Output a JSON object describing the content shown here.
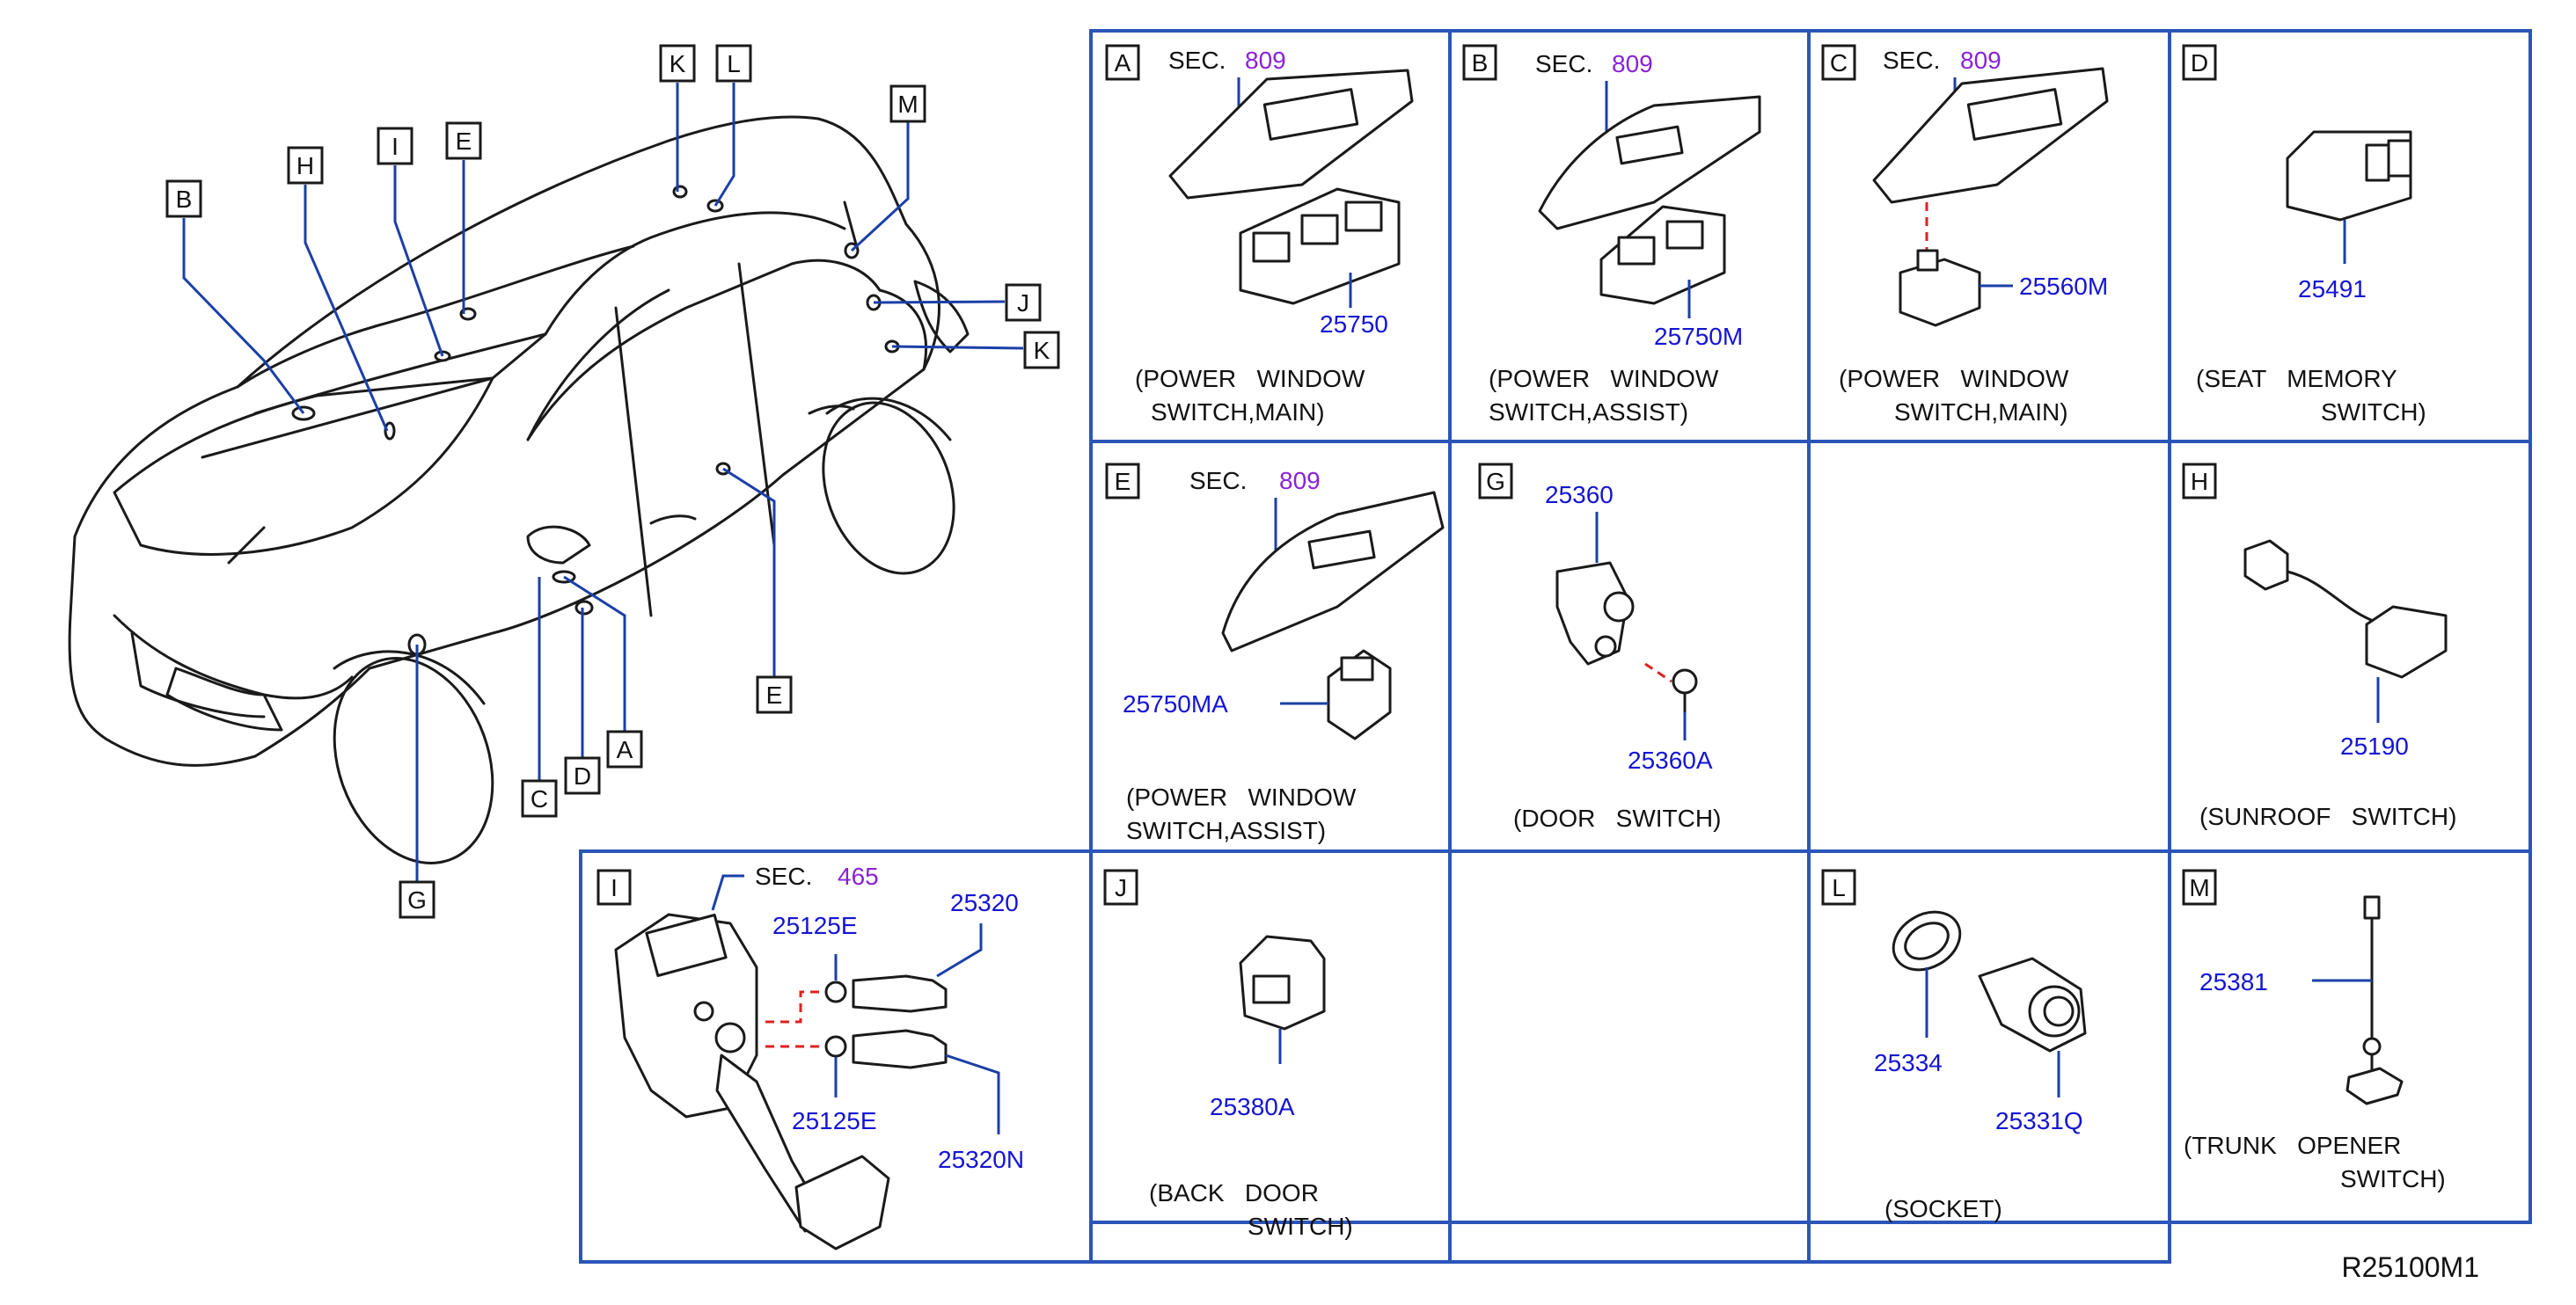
{
  "drawing_id": "R25100M1",
  "car_labels": [
    "A",
    "B",
    "C",
    "D",
    "E",
    "G",
    "H",
    "I",
    "J",
    "K",
    "K",
    "L",
    "M",
    "E"
  ],
  "cells": {
    "A": {
      "letter": "A",
      "sec_label": "SEC.",
      "sec_num": "809",
      "part": "25750",
      "desc1": "(POWER   WINDOW",
      "desc2": "SWITCH,MAIN)"
    },
    "B": {
      "letter": "B",
      "sec_label": "SEC.",
      "sec_num": "809",
      "part": "25750M",
      "desc1": "(POWER   WINDOW",
      "desc2": "SWITCH,ASSIST)"
    },
    "C": {
      "letter": "C",
      "sec_label": "SEC.",
      "sec_num": "809",
      "part": "25560M",
      "desc1": "(POWER   WINDOW",
      "desc2": "SWITCH,MAIN)"
    },
    "D": {
      "letter": "D",
      "part": "25491",
      "desc1": "(SEAT   MEMORY",
      "desc2": "SWITCH)"
    },
    "E": {
      "letter": "E",
      "sec_label": "SEC.",
      "sec_num": "809",
      "part": "25750MA",
      "desc1": "(POWER   WINDOW",
      "desc2": "SWITCH,ASSIST)"
    },
    "G": {
      "letter": "G",
      "part_top": "25360",
      "part_bottom": "25360A",
      "desc1": "(DOOR   SWITCH)"
    },
    "H": {
      "letter": "H",
      "part": "25190",
      "desc1": "(SUNROOF   SWITCH)"
    },
    "I": {
      "letter": "I",
      "sec_label": "SEC.",
      "sec_num": "465",
      "part_a": "25320",
      "part_b": "25125E",
      "part_c": "25125E",
      "part_d": "25320N"
    },
    "J": {
      "letter": "J",
      "part": "25380A",
      "desc1": "(BACK   DOOR",
      "desc2": "SWITCH)"
    },
    "L": {
      "letter": "L",
      "part_a": "25334",
      "part_b": "25331Q",
      "desc1": "(SOCKET)"
    },
    "M": {
      "letter": "M",
      "part": "25381",
      "desc1": "(TRUNK   OPENER",
      "desc2": "SWITCH)"
    }
  },
  "colors": {
    "grid": "#2b55b8",
    "part_number": "#1414d4",
    "section_number": "#8a22d6",
    "connector": "#e02020"
  }
}
